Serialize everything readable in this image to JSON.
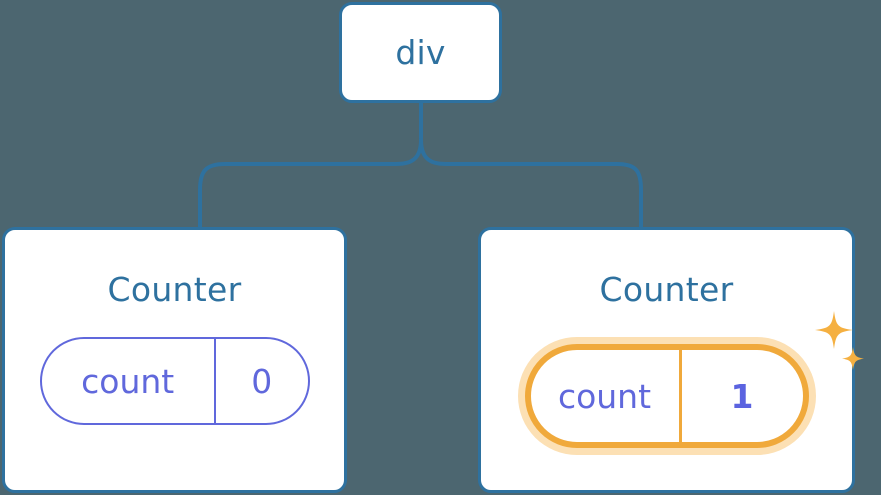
{
  "diagram": {
    "title": "React component tree with highlighted state update",
    "background_color": "#4C6670",
    "node_border_color": "#2E719F",
    "node_text_color": "#2E719F",
    "state_color": "#6068DC",
    "highlight_color": "#F0A93B",
    "highlight_glow_color": "#FCE0B4",
    "connector_color": "#2E719F"
  },
  "root": {
    "label": "div"
  },
  "children": [
    {
      "title": "Counter",
      "state": {
        "key": "count",
        "value": "0"
      },
      "highlighted": false
    },
    {
      "title": "Counter",
      "state": {
        "key": "count",
        "value": "1"
      },
      "highlighted": true,
      "sparkle_icons": [
        "sparkle-large",
        "sparkle-small"
      ]
    }
  ]
}
